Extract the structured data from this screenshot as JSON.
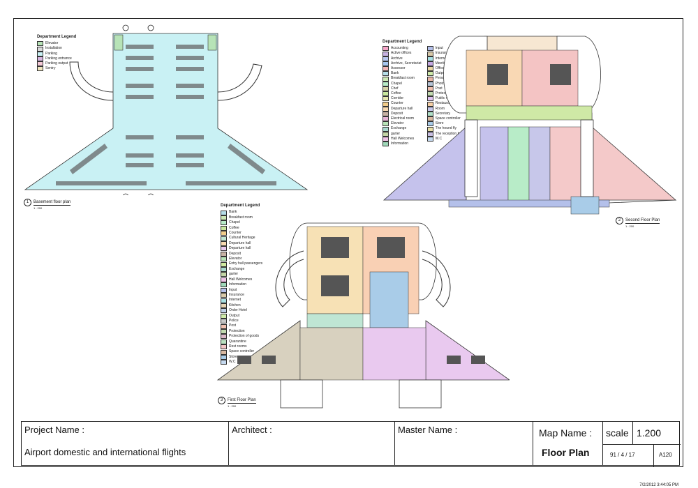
{
  "legend_basement": {
    "title": "Department Legend",
    "items": [
      {
        "label": "Elevator",
        "color": "#b7e3b7"
      },
      {
        "label": "Installation",
        "color": "#d9d9d9"
      },
      {
        "label": "Parking",
        "color": "#c9f1f4"
      },
      {
        "label": "Parking entrance",
        "color": "#d7b6e0"
      },
      {
        "label": "Parking output",
        "color": "#f4c9d6"
      },
      {
        "label": "Sentry",
        "color": "#f0e6c0"
      }
    ]
  },
  "legend_second": {
    "title": "Department Legend",
    "col1": [
      {
        "label": "Accounting",
        "color": "#f6a6c9"
      },
      {
        "label": "Active offices",
        "color": "#c8b3e3"
      },
      {
        "label": "Archive",
        "color": "#b9c8f0"
      },
      {
        "label": "Archive, Secretariat",
        "color": "#a7c7ef"
      },
      {
        "label": "Assessor",
        "color": "#f3b6b6"
      },
      {
        "label": "Bank",
        "color": "#b5dde8"
      },
      {
        "label": "Breakfast room",
        "color": "#cde8b5"
      },
      {
        "label": "Chapel",
        "color": "#b8ecc8"
      },
      {
        "label": "Chef",
        "color": "#d7d2a8"
      },
      {
        "label": "Coffee",
        "color": "#c9e89f"
      },
      {
        "label": "Corridor",
        "color": "#e6e6b0"
      },
      {
        "label": "Counter",
        "color": "#f1cc8a"
      },
      {
        "label": "Departure hall",
        "color": "#f7d9b0"
      },
      {
        "label": "Deposit",
        "color": "#c7b2a4"
      },
      {
        "label": "Electrical room",
        "color": "#e5b4d6"
      },
      {
        "label": "Elevator",
        "color": "#b7e3b7"
      },
      {
        "label": "Exchange",
        "color": "#a9d9cf"
      },
      {
        "label": "garter",
        "color": "#c4d6a6"
      },
      {
        "label": "Hall Welcomes",
        "color": "#eec2e6"
      },
      {
        "label": "Information",
        "color": "#9fd8b9"
      }
    ],
    "col2": [
      {
        "label": "Input",
        "color": "#b4c0ea"
      },
      {
        "label": "Insurance",
        "color": "#d8c9a8"
      },
      {
        "label": "Internet",
        "color": "#a9e0e3"
      },
      {
        "label": "Meeting room",
        "color": "#c5a9e2"
      },
      {
        "label": "Office building corridor",
        "color": "#ead6a5"
      },
      {
        "label": "Output",
        "color": "#cfeaa9"
      },
      {
        "label": "Personnel",
        "color": "#e9b6a7"
      },
      {
        "label": "Photocopying room",
        "color": "#b7c5d8"
      },
      {
        "label": "Post",
        "color": "#f0c0b0"
      },
      {
        "label": "Protection",
        "color": "#c3dbb0"
      },
      {
        "label": "Public relations",
        "color": "#e0c3f0"
      },
      {
        "label": "Restaurant",
        "color": "#f5cfa6"
      },
      {
        "label": "Room",
        "color": "#c7c7ea"
      },
      {
        "label": "Secretary",
        "color": "#b0e0c8"
      },
      {
        "label": "Space controller",
        "color": "#d9b9a1"
      },
      {
        "label": "Store",
        "color": "#a9cce8"
      },
      {
        "label": "The hound fly",
        "color": "#e9e0a9"
      },
      {
        "label": "The reception hall",
        "color": "#c9bfe3"
      },
      {
        "label": "W.C",
        "color": "#c5d9ef"
      }
    ]
  },
  "legend_first": {
    "title": "Department Legend",
    "items": [
      {
        "label": "Bank",
        "color": "#b5dde8"
      },
      {
        "label": "Breakfast room",
        "color": "#cde8b5"
      },
      {
        "label": "Chapel",
        "color": "#b8ecc8"
      },
      {
        "label": "Coffee",
        "color": "#c9e89f"
      },
      {
        "label": "Counter",
        "color": "#f1cc8a"
      },
      {
        "label": "Cultural Heritage",
        "color": "#bfe6d4"
      },
      {
        "label": "Departure hall",
        "color": "#f7d9b0"
      },
      {
        "label": "Departure hall",
        "color": "#e9c9ef"
      },
      {
        "label": "Deposit",
        "color": "#c7b2a4"
      },
      {
        "label": "Elevator",
        "color": "#b7e3b7"
      },
      {
        "label": "Entry hall passengers",
        "color": "#d0e9a0"
      },
      {
        "label": "Exchange",
        "color": "#a9d9cf"
      },
      {
        "label": "garter",
        "color": "#c4d6a6"
      },
      {
        "label": "Hall Welcomes",
        "color": "#eec2e6"
      },
      {
        "label": "Information",
        "color": "#9fd8b9"
      },
      {
        "label": "Input",
        "color": "#b4c0ea"
      },
      {
        "label": "Insurance",
        "color": "#d8c9a8"
      },
      {
        "label": "Internet",
        "color": "#a9e0e3"
      },
      {
        "label": "Kitchen",
        "color": "#e5d3b3"
      },
      {
        "label": "Order Hotel",
        "color": "#bfd0e8"
      },
      {
        "label": "Output",
        "color": "#cfeaa9"
      },
      {
        "label": "Police",
        "color": "#c9c9c9"
      },
      {
        "label": "Post",
        "color": "#f0c0b0"
      },
      {
        "label": "Protection",
        "color": "#c3dbb0"
      },
      {
        "label": "Protection of goods",
        "color": "#dbb7c8"
      },
      {
        "label": "Quarantine",
        "color": "#b9e2c0"
      },
      {
        "label": "Rest rooms",
        "color": "#f2c6c6"
      },
      {
        "label": "Space controller",
        "color": "#d9b9a1"
      },
      {
        "label": "Store",
        "color": "#a9cce8"
      },
      {
        "label": "W.C",
        "color": "#c5d9ef"
      }
    ]
  },
  "captions": {
    "basement": {
      "num": "1",
      "label": "Basement floor plan",
      "scale": "1 : 200"
    },
    "second": {
      "num": "2",
      "label": "Second Floor Plan",
      "scale": "1 : 200"
    },
    "first": {
      "num": "3",
      "label": "First Floor Plan",
      "scale": "1 : 200"
    }
  },
  "title_block": {
    "project_label": "Project Name :",
    "project_value": "Airport domestic and international flights",
    "architect_label": "Architect :",
    "master_label": "Master Name :",
    "map_label": "Map Name :",
    "map_value": "Floor Plan",
    "scale_label": "scale",
    "scale_value": "1.200",
    "date": "91 / 4 / 17",
    "sheet": "A120"
  },
  "timestamp": "7/2/2012 3:44:05 PM"
}
